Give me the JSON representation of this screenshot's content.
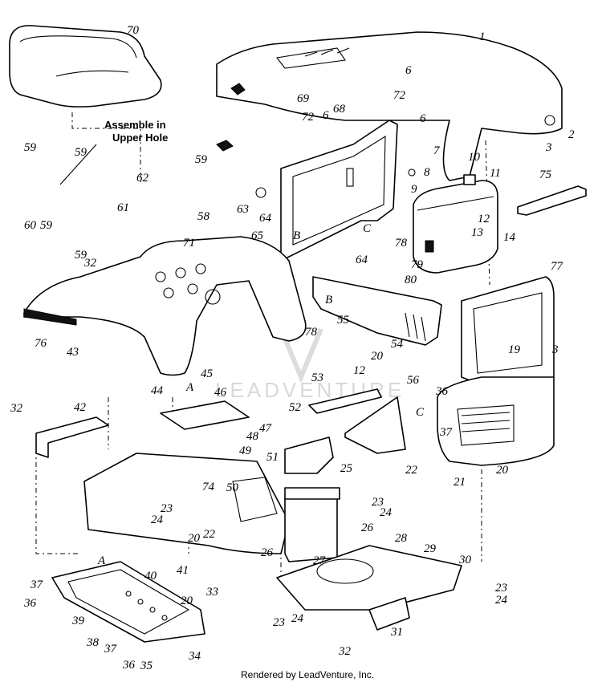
{
  "callouts": [
    "1",
    "2",
    "3",
    "6",
    "6",
    "6",
    "7",
    "8",
    "9",
    "10",
    "11",
    "12",
    "13",
    "14",
    "19",
    "20",
    "20",
    "20",
    "20",
    "21",
    "22",
    "22",
    "23",
    "23",
    "23",
    "23",
    "24",
    "24",
    "24",
    "24",
    "25",
    "26",
    "26",
    "27",
    "28",
    "29",
    "30",
    "31",
    "32",
    "32",
    "32",
    "33",
    "34",
    "35",
    "36",
    "36",
    "36",
    "37",
    "37",
    "37",
    "38",
    "39",
    "40",
    "41",
    "42",
    "43",
    "44",
    "45",
    "46",
    "47",
    "48",
    "49",
    "50",
    "51",
    "52",
    "53",
    "54",
    "55",
    "56",
    "58",
    "59",
    "59",
    "59",
    "59",
    "59",
    "60",
    "61",
    "62",
    "63",
    "64",
    "64",
    "65",
    "68",
    "69",
    "70",
    "71",
    "72",
    "72",
    "74",
    "75",
    "76",
    "77",
    "78",
    "78",
    "79",
    "80",
    "A",
    "A",
    "B",
    "B",
    "C",
    "C",
    "3",
    "12"
  ],
  "note": {
    "line1": "Assemble in",
    "line2": "Upper Hole"
  },
  "watermark": "LEADVENTURE",
  "footer": "Rendered by LeadVenture, Inc.",
  "colors": {
    "ink": "#000000",
    "paper": "#ffffff",
    "watermark": "#d9d9d9"
  }
}
